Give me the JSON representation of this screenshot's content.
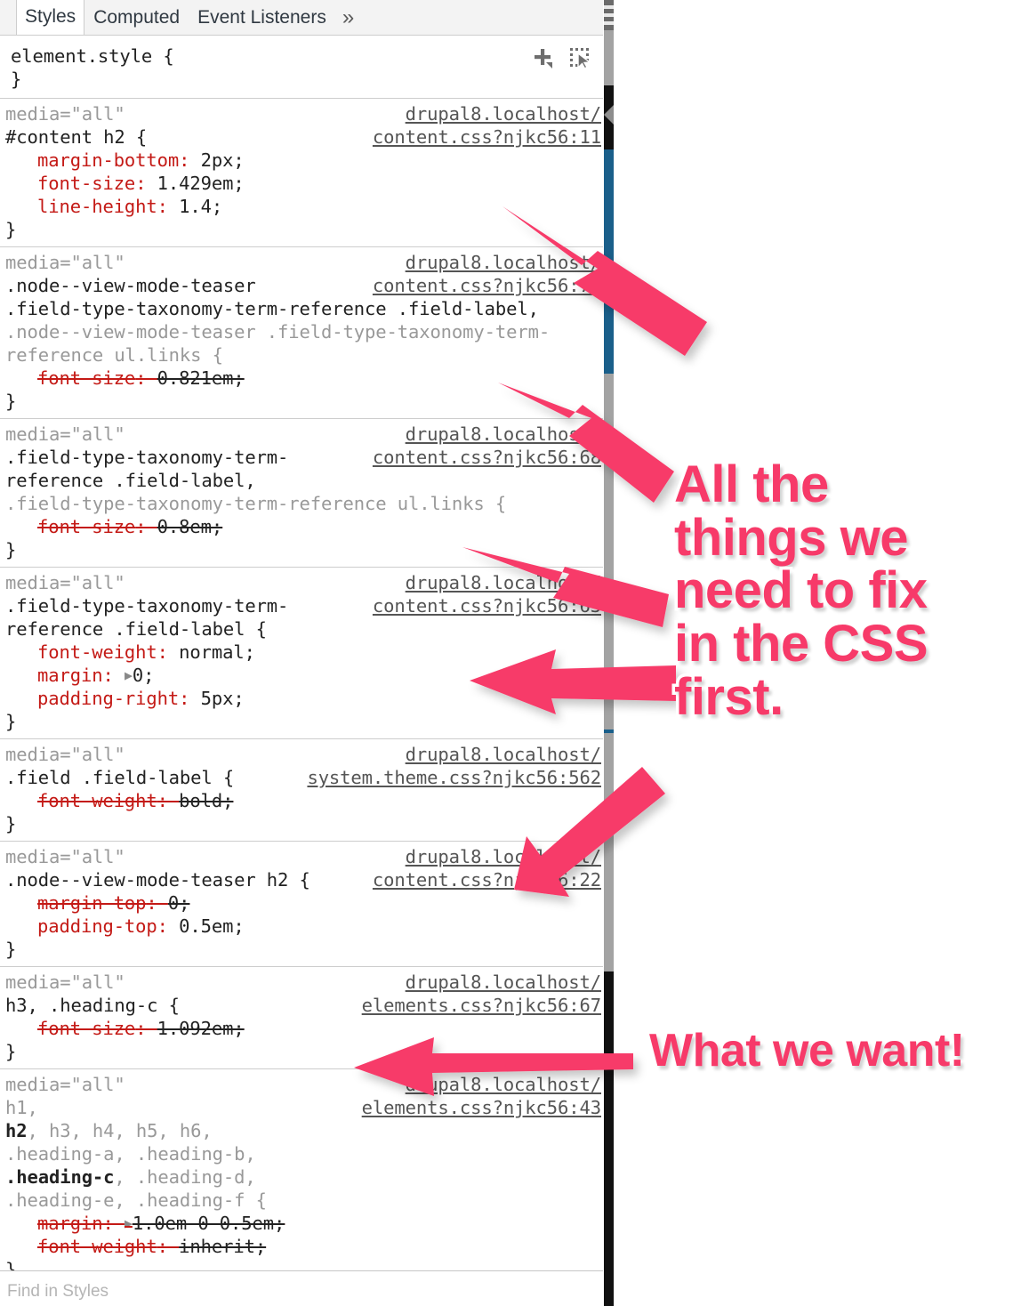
{
  "panel": {
    "tabs": [
      {
        "label": "Styles",
        "active": true
      },
      {
        "label": "Computed",
        "active": false
      },
      {
        "label": "Event Listeners",
        "active": false
      },
      {
        "label": "»",
        "active": false
      }
    ],
    "element_style": {
      "selector": "element.style {",
      "close": "}"
    },
    "find_placeholder": "Find in Styles",
    "icons": {
      "new_rule": "plus-icon",
      "element_state": "element-state-icon"
    }
  },
  "colors": {
    "annotation_pink": "#f73a69",
    "property_red": "#c41a16",
    "dim_gray": "#999999",
    "link_gray": "#555555",
    "minimap_blue": "#1a5f8a",
    "minimap_black": "#111111"
  },
  "rules": [
    {
      "media": "media=\"all\"",
      "origin": "drupal8.localhost/\ncontent.css?njkc56:11",
      "selector_parts": [
        {
          "t": "#content h2 {",
          "m": "on"
        }
      ],
      "declarations": [
        {
          "name": "margin-bottom",
          "value": "2px;",
          "disabled": false
        },
        {
          "name": "font-size",
          "value": "1.429em;",
          "disabled": false
        },
        {
          "name": "line-height",
          "value": "1.4;",
          "disabled": false
        }
      ]
    },
    {
      "media": "media=\"all\"",
      "origin": "drupal8.localhost/\ncontent.css?njkc56:76",
      "selector_parts": [
        {
          "t": ".node--view-mode-teaser",
          "m": "on"
        },
        {
          "t": ".field-type-taxonomy-term-reference .field-label,",
          "m": "on"
        },
        {
          "t": ".node--view-mode-teaser .field-type-taxonomy-term-reference ul.links {",
          "m": "dim"
        }
      ],
      "declarations": [
        {
          "name": "font-size",
          "value": "0.821em;",
          "disabled": true
        }
      ]
    },
    {
      "media": "media=\"all\"",
      "origin": "drupal8.localhost/\ncontent.css?njkc56:68",
      "selector_parts": [
        {
          "t": ".field-type-taxonomy-term-",
          "m": "on"
        },
        {
          "t": "reference .field-label, ",
          "m": "on"
        },
        {
          "t": ".field-type-taxonomy-term-reference ul.links {",
          "m": "dim"
        }
      ],
      "declarations": [
        {
          "name": "font-size",
          "value": "0.8em;",
          "disabled": true
        }
      ]
    },
    {
      "media": "media=\"all\"",
      "origin": "drupal8.localhost/\ncontent.css?njkc56:63",
      "selector_parts": [
        {
          "t": ".field-type-taxonomy-term-",
          "m": "on"
        },
        {
          "t": "reference .field-label {",
          "m": "on"
        }
      ],
      "declarations": [
        {
          "name": "font-weight",
          "value": "normal;",
          "disabled": false
        },
        {
          "name": "margin",
          "value": "0;",
          "disabled": false,
          "expander": true
        },
        {
          "name": "padding-right",
          "value": "5px;",
          "disabled": false
        }
      ]
    },
    {
      "media": "media=\"all\"",
      "origin": "drupal8.localhost/\nsystem.theme.css?njkc56:562",
      "selector_parts": [
        {
          "t": ".field .field-label {",
          "m": "on"
        }
      ],
      "declarations": [
        {
          "name": "font-weight",
          "value": "bold;",
          "disabled": true
        }
      ]
    },
    {
      "media": "media=\"all\"",
      "origin": "drupal8.localhost/\ncontent.css?njkc56:22",
      "selector_parts": [
        {
          "t": ".node--view-mode-teaser h2 {",
          "m": "on"
        }
      ],
      "declarations": [
        {
          "name": "margin-top",
          "value": "0;",
          "disabled": true
        },
        {
          "name": "padding-top",
          "value": "0.5em;",
          "disabled": false
        }
      ]
    },
    {
      "media": "media=\"all\"",
      "origin": "drupal8.localhost/\nelements.css?njkc56:67",
      "selector_parts": [
        {
          "t": "h3, .heading-c {",
          "m": "on"
        }
      ],
      "declarations": [
        {
          "name": "font-size",
          "value": "1.092em;",
          "disabled": true
        }
      ]
    },
    {
      "media": "media=\"all\"",
      "origin": "drupal8.localhost/\nelements.css?njkc56:43",
      "selector_parts": [
        {
          "t": "h1, ",
          "m": "dim"
        },
        {
          "t": "h2",
          "m": "match"
        },
        {
          "t": ", h3, h4, h5, h6,",
          "m": "dim"
        },
        {
          "t": ".heading-a, .heading-b, ",
          "m": "dim"
        },
        {
          "t": ".heading-c",
          "m": "match"
        },
        {
          "t": ", .heading-d,",
          "m": "dim"
        },
        {
          "t": ".heading-e, .heading-f {",
          "m": "dim"
        }
      ],
      "declarations": [
        {
          "name": "margin",
          "value": "1.0em 0 0.5em;",
          "disabled": true,
          "expander": true
        },
        {
          "name": "font-weight",
          "value": "inherit;",
          "disabled": true
        }
      ]
    }
  ],
  "annotations": [
    {
      "id": "note-fix",
      "text": "All the things we need to fix in the CSS first."
    },
    {
      "id": "note-want",
      "text": "What we want!"
    }
  ],
  "arrows": [
    {
      "name": "arrow-to-content-h2"
    },
    {
      "name": "arrow-to-teaser-font-size"
    },
    {
      "name": "arrow-to-taxonomy-font-size"
    },
    {
      "name": "arrow-to-field-label-rule"
    },
    {
      "name": "arrow-to-teaser-h2-rule"
    },
    {
      "name": "arrow-to-heading-c-rule"
    }
  ]
}
